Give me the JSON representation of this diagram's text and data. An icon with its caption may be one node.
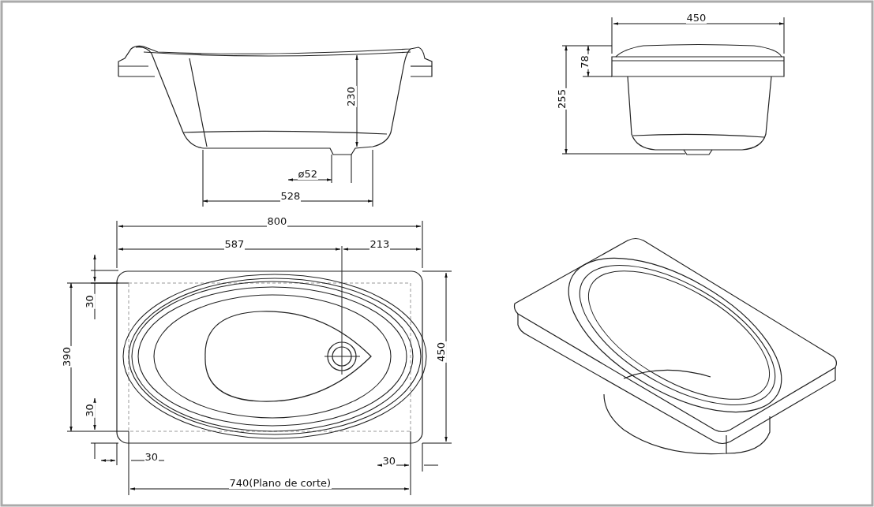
{
  "diagram": {
    "labels": [
      "450",
      "78",
      "230",
      "255",
      "ø52",
      "528",
      "800",
      "587",
      "213",
      "30",
      "390",
      "30",
      "450",
      "30",
      "30",
      "740(Plano de corte)"
    ]
  }
}
